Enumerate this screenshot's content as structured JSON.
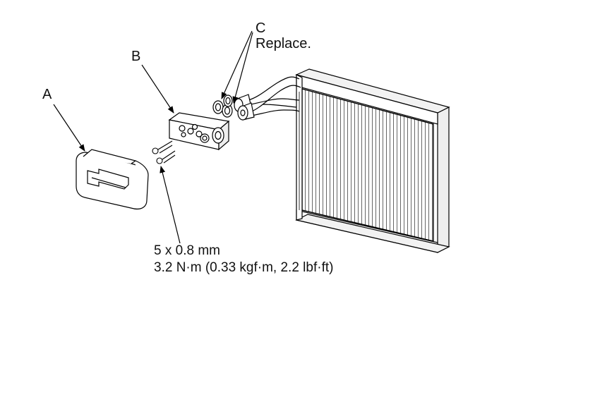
{
  "labels": {
    "a": "A",
    "b": "B",
    "c": "C",
    "c_note": "Replace.",
    "bolt_size": "5 x 0.8 mm",
    "bolt_torque": "3.2 N·m (0.33 kgf·m, 2.2 lbf·ft)"
  }
}
